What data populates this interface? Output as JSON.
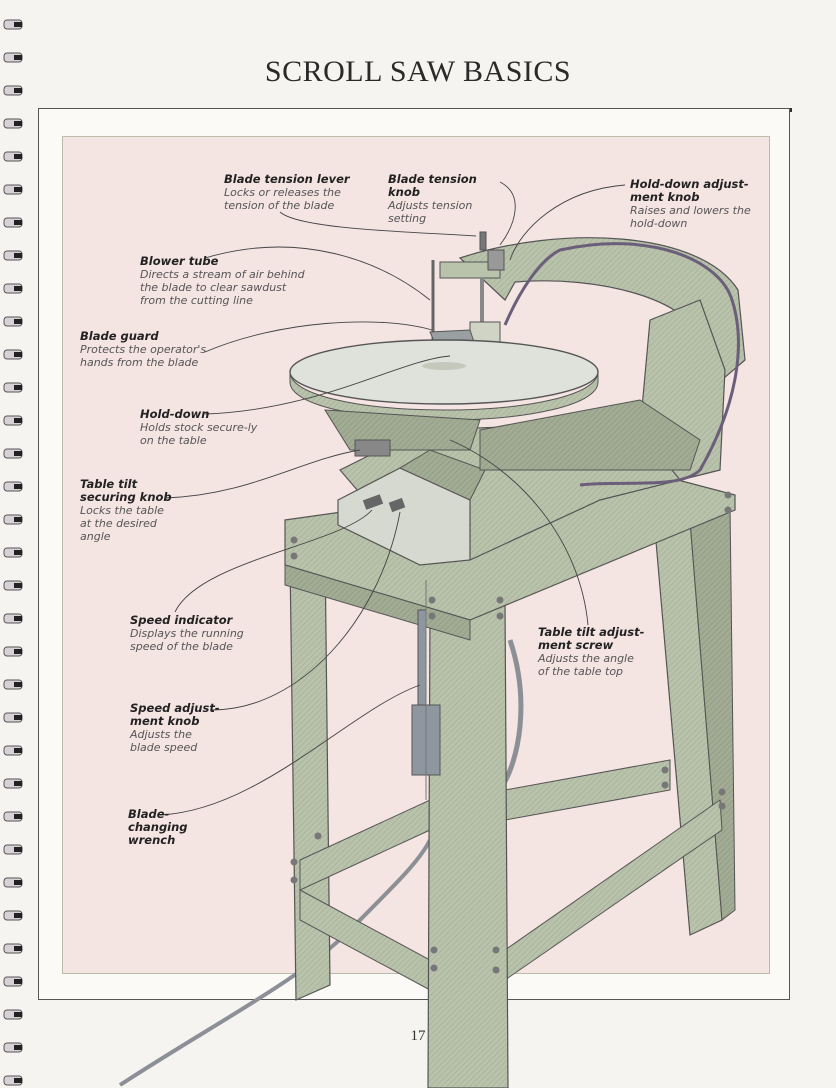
{
  "page": {
    "title": "SCROLL SAW BASICS",
    "page_number": "17"
  },
  "labels": {
    "blade_tension_lever": {
      "title": "Blade tension lever",
      "desc": "Locks or releases the tension of the blade"
    },
    "blade_tension_knob": {
      "title": "Blade tension knob",
      "desc": "Adjusts tension setting"
    },
    "hold_down_knob": {
      "title": "Hold-down adjust-ment knob",
      "desc": "Raises and lowers the hold-down"
    },
    "blower_tube": {
      "title": "Blower tube",
      "desc": "Directs a stream of air behind the blade to clear sawdust from the cutting line"
    },
    "blade_guard": {
      "title": "Blade guard",
      "desc": "Protects the operator's hands from the blade"
    },
    "hold_down": {
      "title": "Hold-down",
      "desc": "Holds stock secure-ly on the table"
    },
    "table_tilt_knob": {
      "title": "Table tilt securing knob",
      "desc": "Locks the table at the desired angle"
    },
    "speed_indicator": {
      "title": "Speed indicator",
      "desc": "Displays the running speed of the blade"
    },
    "table_tilt_screw": {
      "title": "Table tilt adjust-ment screw",
      "desc": "Adjusts the angle of the table top"
    },
    "speed_knob": {
      "title": "Speed adjust-ment knob",
      "desc": "Adjusts the blade speed"
    },
    "wrench": {
      "title": "Blade-changing wrench",
      "desc": ""
    }
  }
}
